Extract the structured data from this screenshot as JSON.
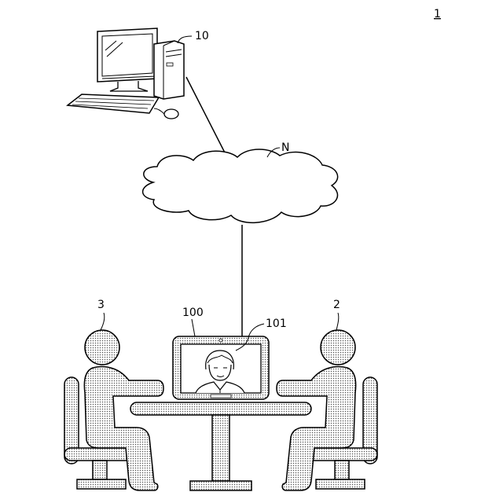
{
  "figure": {
    "number": "1",
    "labels": {
      "computer": "10",
      "network": "N",
      "terminal": "100",
      "screen": "101",
      "person_right": "2",
      "person_left": "3"
    }
  }
}
